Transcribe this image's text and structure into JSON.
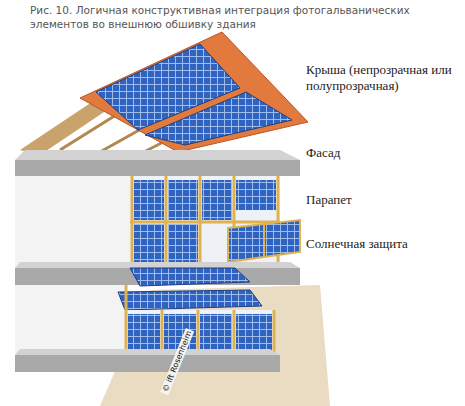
{
  "diagram": {
    "title": "Рис. 10. Логичная конструктивная интеграция фотогальванических элементов во внешнюю обшивку здания",
    "labels": [
      "Крыша (непрозрачная или полупрозрачная)",
      "Фасад",
      "Парапет",
      "Солнечная защита",
      "© ift Rosenheim"
    ]
  }
}
